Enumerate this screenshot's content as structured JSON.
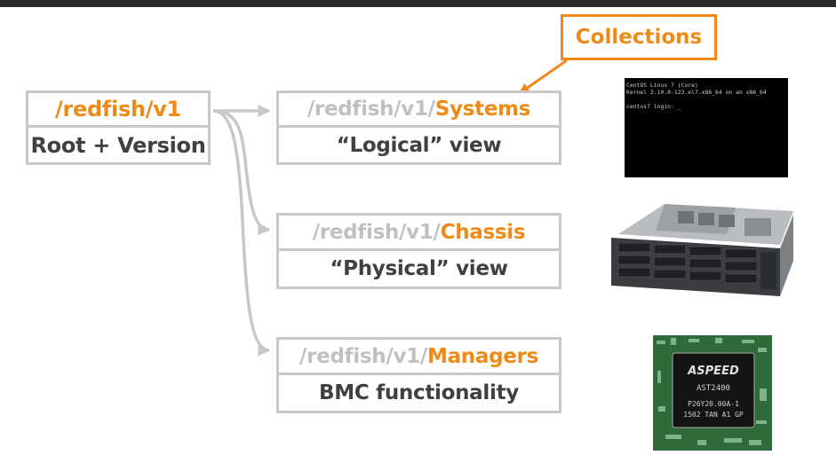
{
  "root": {
    "path": "/redfish/v1",
    "label": "Root + Version"
  },
  "collections_callout": "Collections",
  "systems": {
    "prefix": "/redfish/v1/",
    "name": "Systems",
    "label": "“Logical” view"
  },
  "chassis": {
    "prefix": "/redfish/v1/",
    "name": "Chassis",
    "label": "“Physical” view"
  },
  "managers": {
    "prefix": "/redfish/v1/",
    "name": "Managers",
    "label": "BMC functionality"
  },
  "console": {
    "line1": "CentOS Linux 7 (Core)",
    "line2": "Kernel 3.10.0-123.el7.x86_64 on an x86_64",
    "line3": "centos7 login: _"
  },
  "chip": {
    "brand": "ASPEED",
    "model": "AST2400",
    "part": "P26Y20.00A-1",
    "lot": "1502 TAN A1 GP"
  },
  "colors": {
    "accent": "#f08a16",
    "border": "#c8c8c8",
    "text": "#404040",
    "muted": "#c0c0c0"
  }
}
